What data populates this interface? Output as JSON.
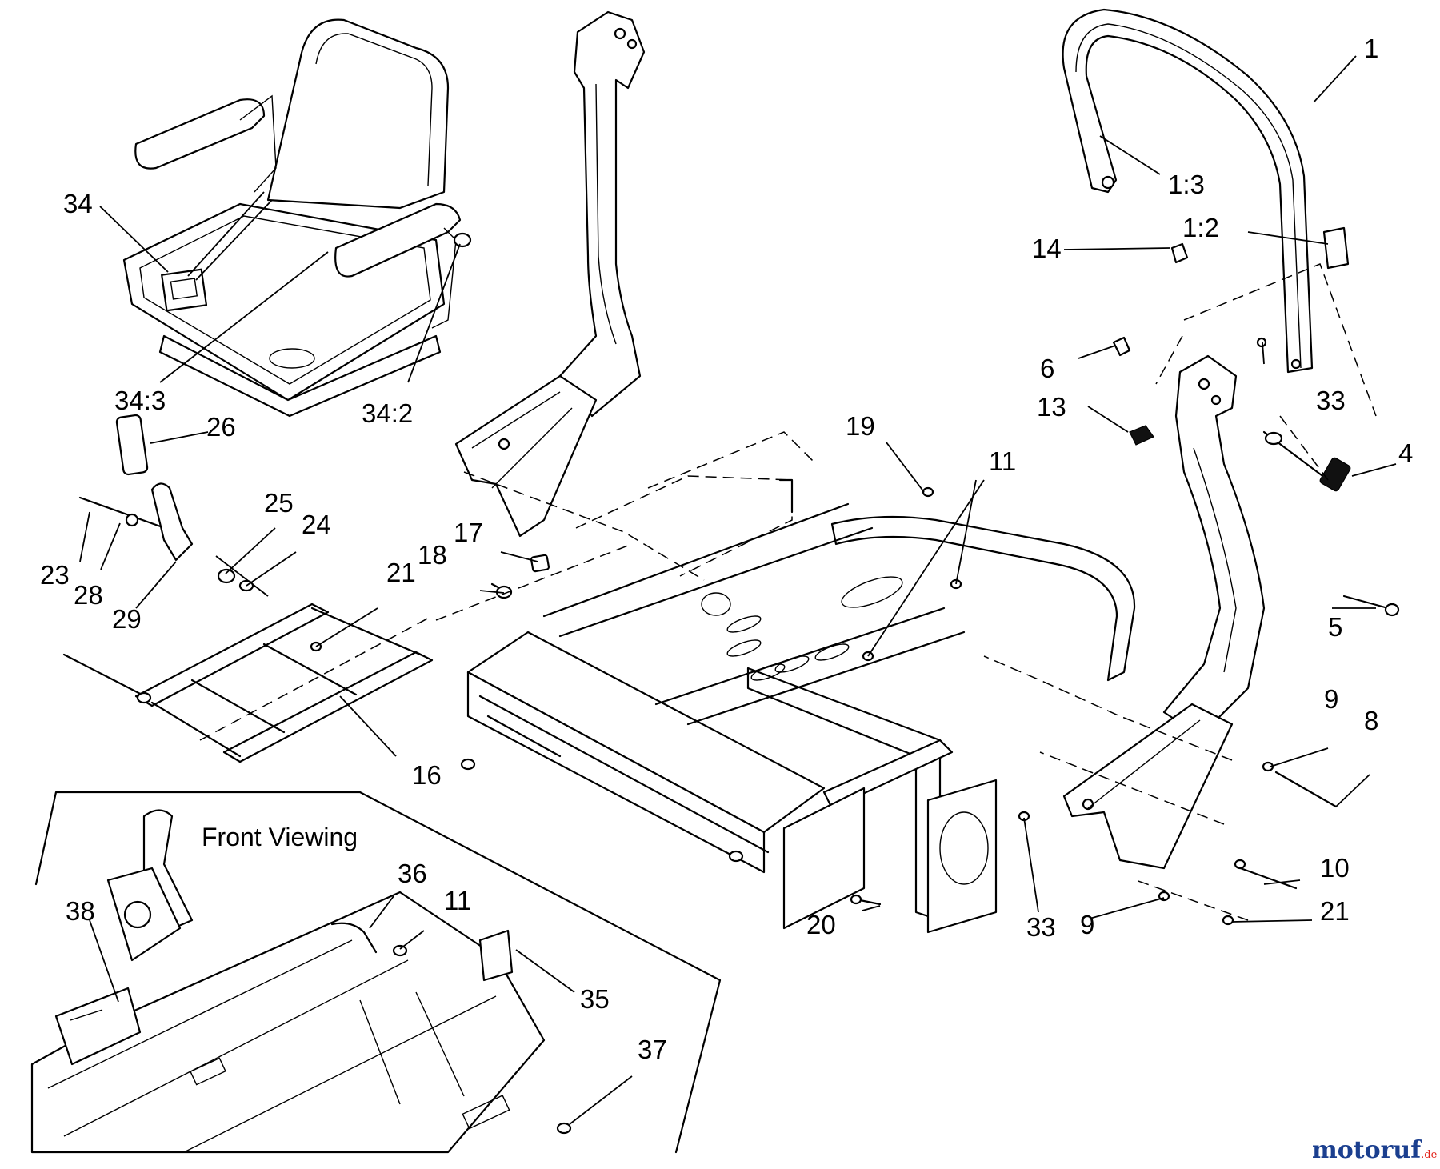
{
  "diagram": {
    "callouts": [
      "1",
      "1:3",
      "1:2",
      "14",
      "6",
      "33",
      "13",
      "4",
      "5",
      "19",
      "11",
      "17",
      "18",
      "21",
      "26",
      "34",
      "34:3",
      "34:2",
      "25",
      "24",
      "23",
      "28",
      "29",
      "16",
      "9",
      "8",
      "10",
      "9",
      "21",
      "20",
      "33",
      "36",
      "11",
      "35",
      "37",
      "38"
    ],
    "inset_caption": "Front Viewing"
  },
  "watermark": {
    "brand": "motoruf",
    "suffix": ".de",
    "colors": [
      "#1b3f8f",
      "#e2231a"
    ]
  }
}
